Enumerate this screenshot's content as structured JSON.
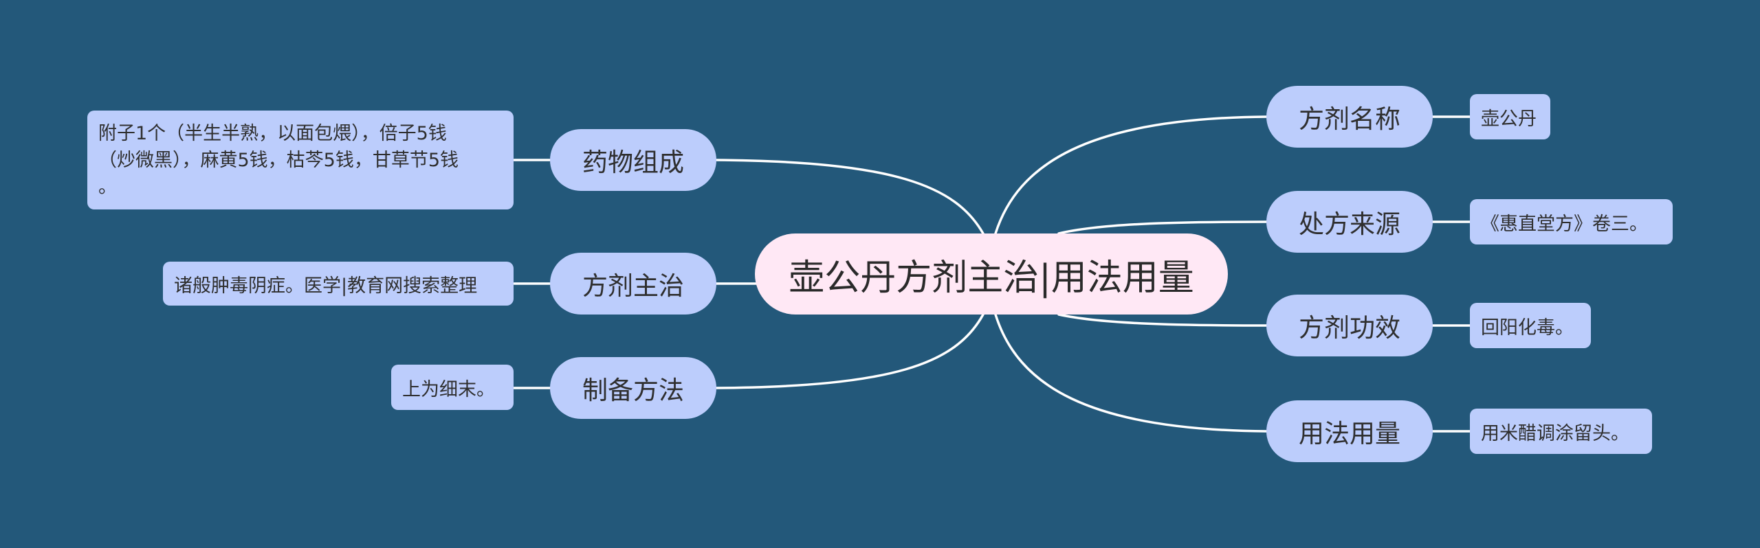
{
  "center": {
    "label": "壶公丹方剂主治|用法用量"
  },
  "left": [
    {
      "label": "药物组成",
      "detail": "附子1个（半生半熟，以面包煨），倍子5钱\n（炒微黑），麻黄5钱，枯芩5钱，甘草节5钱\n。"
    },
    {
      "label": "方剂主治",
      "detail": "诸般肿毒阴症。医学|教育网搜索整理"
    },
    {
      "label": "制备方法",
      "detail": "上为细末。"
    }
  ],
  "right": [
    {
      "label": "方剂名称",
      "detail": "壶公丹"
    },
    {
      "label": "处方来源",
      "detail": "《惠直堂方》卷三。"
    },
    {
      "label": "方剂功效",
      "detail": "回阳化毒。"
    },
    {
      "label": "用法用量",
      "detail": "用米醋调涂留头。"
    }
  ],
  "colors": {
    "background": "#23587a",
    "center_fill": "#ffe8f5",
    "node_fill": "#bccdfc",
    "line": "#ffffff"
  }
}
